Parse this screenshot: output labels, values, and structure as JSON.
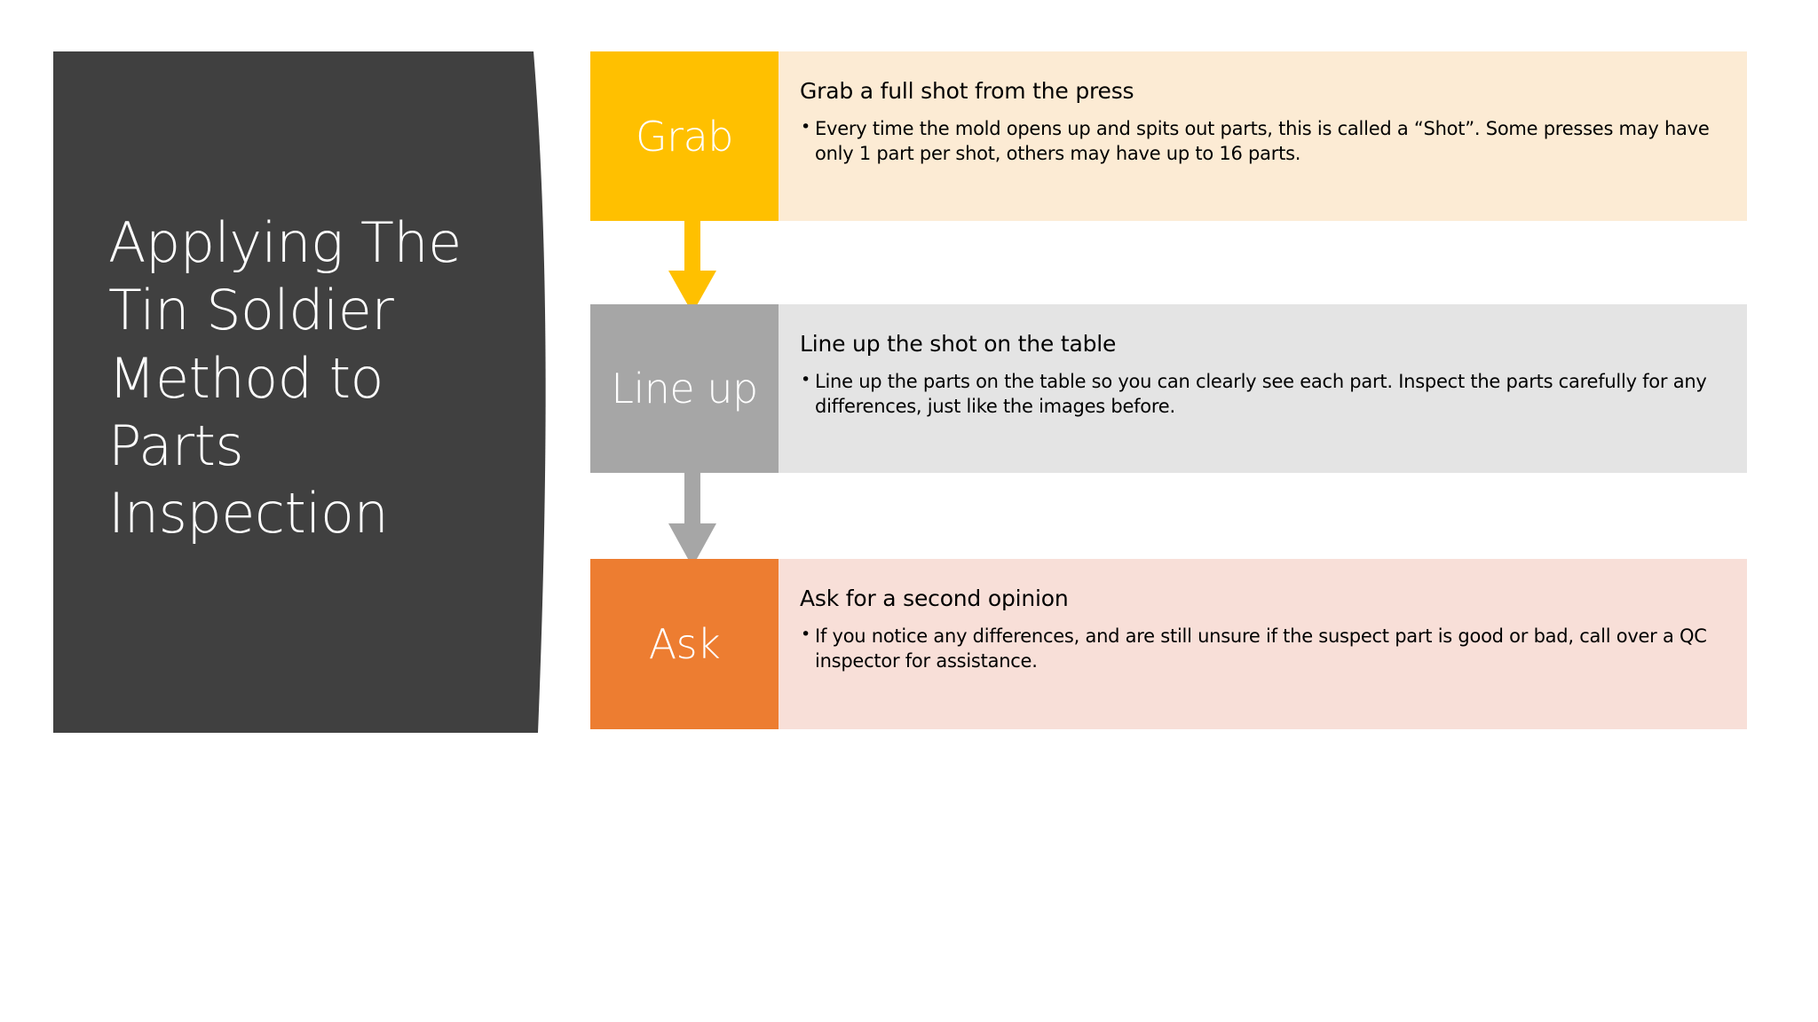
{
  "slide": {
    "background_color": "#FFFFFF",
    "title": "Applying The Tin Soldier Method to Parts Inspection",
    "title_panel_color": "#404040",
    "title_text_color": "#FFFFFF"
  },
  "process": {
    "steps": [
      {
        "label": "Grab",
        "label_color": "#FFC000",
        "body_color": "#FCEBD4",
        "heading": "Grab a full shot from the press",
        "bullets": [
          "Every time the mold opens up and spits out parts, this is called a “Shot”. Some presses may have only 1 part per shot, others may have up to 16 parts."
        ]
      },
      {
        "label": "Line up",
        "label_color": "#A6A6A6",
        "body_color": "#E4E4E4",
        "heading": "Line up the shot on the table",
        "bullets": [
          "Line up the parts on the table so you can clearly see each part. Inspect the parts carefully for any differences, just like the images before."
        ]
      },
      {
        "label": "Ask",
        "label_color": "#ED7D31",
        "body_color": "#F8DFD8",
        "heading": "Ask for a second opinion",
        "bullets": [
          "If you notice any differences, and are still unsure if the suspect part is good or bad, call over a QC inspector for assistance."
        ]
      }
    ],
    "connectors": [
      {
        "name": "arrow-grab-to-lineup",
        "color": "#FFC000"
      },
      {
        "name": "arrow-lineup-to-ask",
        "color": "#A6A6A6"
      }
    ]
  }
}
